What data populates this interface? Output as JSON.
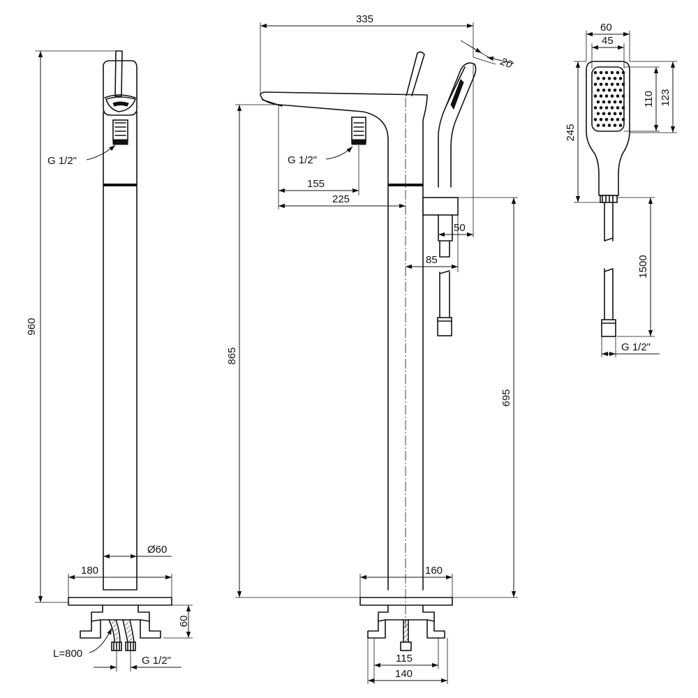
{
  "left_view": {
    "height": "960",
    "thread": "G 1/2\"",
    "diameter": "Ø60",
    "base_width": "180",
    "foot_height": "60",
    "hose_length": "L=800",
    "inlet_thread": "G 1/2\""
  },
  "side_view": {
    "total_width": "335",
    "angle": "20",
    "thread": "G 1/2\"",
    "outlet_offset": "155",
    "spout_reach": "225",
    "spout_height": "865",
    "holder_height": "695",
    "holder_offset_50": "50",
    "holder_offset_85": "85",
    "base_width": "160",
    "foot_inner": "115",
    "foot_outer": "140"
  },
  "hand_shower": {
    "width_outer": "60",
    "width_inner": "45",
    "face_110": "110",
    "face_123": "123",
    "length": "245",
    "hose_length": "1500",
    "thread": "G 1/2\""
  }
}
